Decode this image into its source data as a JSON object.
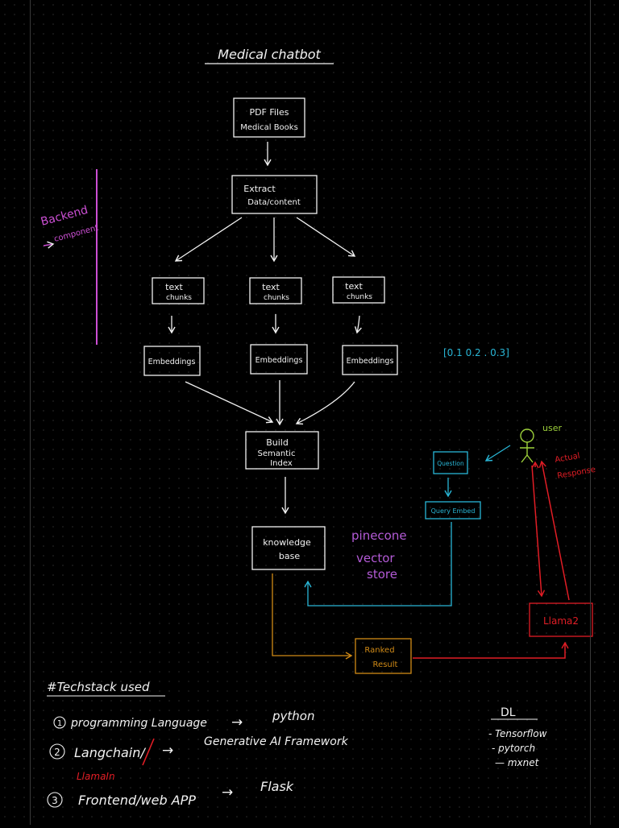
{
  "title": "Medical chatbot",
  "nodes": {
    "pdf": [
      "PDF Files",
      "Medical Books"
    ],
    "extract": [
      "Extract",
      "Data/content"
    ],
    "chunk1": [
      "text",
      "chunks"
    ],
    "chunk2": [
      "text",
      "chunks"
    ],
    "chunk3": [
      "text",
      "chunks"
    ],
    "emb1": [
      "Embeddings"
    ],
    "emb2": [
      "Embeddings"
    ],
    "emb3": [
      "Embeddings"
    ],
    "index": [
      "Build",
      "Semantic",
      "Index"
    ],
    "kb": [
      "knowledge",
      "base"
    ],
    "question": [
      "Question"
    ],
    "query": [
      "Query Embed"
    ],
    "ranked": [
      "Ranked",
      "Result"
    ],
    "llama": [
      "Llama2"
    ]
  },
  "annotations": {
    "backend": [
      "Backend",
      "component"
    ],
    "vector": "[0.1 0.2 . 0.3]",
    "user": "user",
    "pinecone": [
      "pinecone",
      "vector",
      "store"
    ],
    "actual": [
      "Actual",
      "Response"
    ]
  },
  "techstack": {
    "heading": "#Techstack used",
    "items": [
      {
        "num": "1",
        "text": "programming Language",
        "arrow": "→",
        "value": "python"
      },
      {
        "num": "2",
        "text": "Langchain/",
        "arrow": "→",
        "value": "Generative AI Framework",
        "note": "LlamaIn"
      },
      {
        "num": "3",
        "text": "Frontend/web APP",
        "arrow": "→",
        "value": "Flask"
      }
    ],
    "dl": {
      "heading": "DL",
      "items": [
        "- Tensorflow",
        "- pytorch",
        "— mxnet"
      ]
    }
  },
  "colors": {
    "white": "#f2f2f2",
    "cyan": "#29b6d6",
    "magenta": "#cc4fd4",
    "violet": "#b35ad6",
    "red": "#e11d25",
    "orange": "#d08a16",
    "green": "#9ccf3a"
  }
}
